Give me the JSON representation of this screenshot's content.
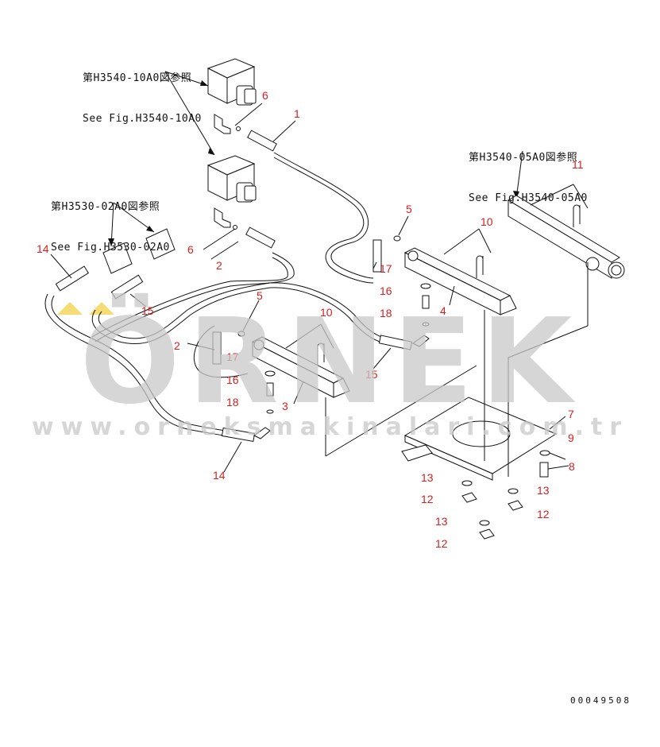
{
  "references": [
    {
      "jp": "第H3540-10A0図参照",
      "en": "See Fig.H3540-10A0"
    },
    {
      "jp": "第H3540-05A0図参照",
      "en": "See Fig.H3540-05A0"
    },
    {
      "jp": "第H3530-02A0図参照",
      "en": "See Fig.H3530-02A0"
    }
  ],
  "callouts": [
    "6",
    "1",
    "5",
    "17",
    "16",
    "18",
    "4",
    "10",
    "11",
    "14",
    "15",
    "2",
    "6",
    "5",
    "2",
    "17",
    "16",
    "18",
    "3",
    "10",
    "15",
    "14",
    "7",
    "9",
    "8",
    "13",
    "12",
    "13",
    "12",
    "13",
    "12"
  ],
  "document_number": "00049508",
  "watermark": {
    "big": "ÖRNEK",
    "small": "www.orneksmakinalari.com.tr"
  },
  "colors": {
    "callout": "#d42020",
    "line": "#111111",
    "watermark": "#c9c9c9",
    "accent": "#f0c419"
  }
}
